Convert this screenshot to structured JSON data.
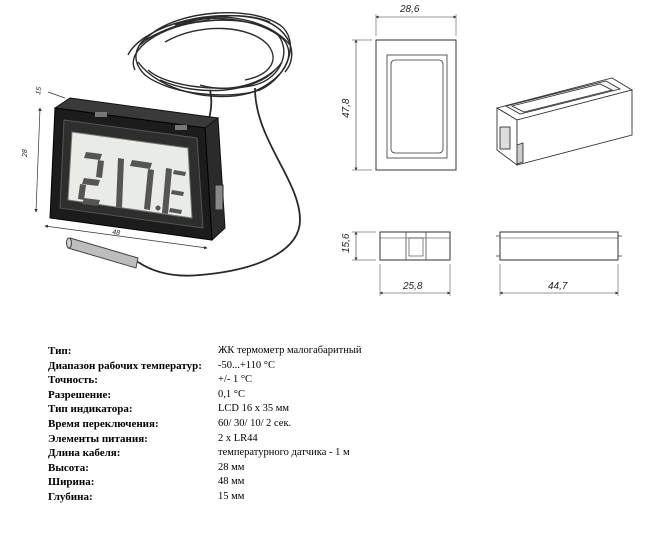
{
  "drawing": {
    "dims": {
      "front_width": "28,6",
      "front_height": "47,8",
      "side_height": "15,6",
      "side_width": "25,8",
      "bottom_length": "44,7",
      "photo_height": "28",
      "photo_depth": "15",
      "photo_width": "48"
    }
  },
  "specs": [
    {
      "label": "Тип:",
      "value": "ЖК термометр малогабаритный"
    },
    {
      "label": "Диапазон рабочих температур:",
      "value": "-50...+110 °С"
    },
    {
      "label": "Точность:",
      "value": "+/- 1 °С"
    },
    {
      "label": "Разрешение:",
      "value": "0,1 °С"
    },
    {
      "label": "Тип индикатора:",
      "value": "LCD 16 x 35 мм"
    },
    {
      "label": "Время переключения:",
      "value": "60/ 30/ 10/ 2 сек."
    },
    {
      "label": "Элементы питания:",
      "value": "2 x LR44"
    },
    {
      "label": "Длина кабеля:",
      "value": "температурного датчика - 1 м"
    },
    {
      "label": "Высота:",
      "value": "28 мм"
    },
    {
      "label": "Ширина:",
      "value": "48 мм"
    },
    {
      "label": "Глубина:",
      "value": "15 мм"
    }
  ]
}
